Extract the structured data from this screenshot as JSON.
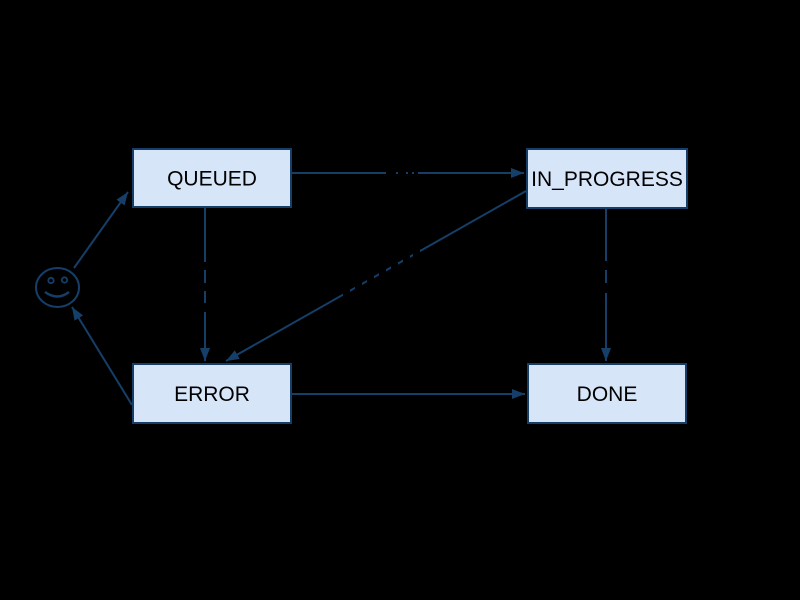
{
  "diagram": {
    "type": "state-machine",
    "background_color": "#000000",
    "node_fill_color": "#d7e5f8",
    "node_border_color": "#153f68",
    "edge_color": "#153f68",
    "node_text_color": "#000000",
    "start_node": {
      "icon": "smiley-face-icon"
    },
    "nodes": [
      {
        "id": "queued",
        "label": "QUEUED"
      },
      {
        "id": "in_progress",
        "label": "IN_PROGRESS"
      },
      {
        "id": "error",
        "label": "ERROR"
      },
      {
        "id": "done",
        "label": "DONE"
      }
    ],
    "edges": [
      {
        "from": "start",
        "to": "queued"
      },
      {
        "from": "queued",
        "to": "in_progress"
      },
      {
        "from": "queued",
        "to": "error"
      },
      {
        "from": "in_progress",
        "to": "error"
      },
      {
        "from": "in_progress",
        "to": "done"
      },
      {
        "from": "error",
        "to": "done"
      },
      {
        "from": "error",
        "to": "start"
      }
    ]
  }
}
